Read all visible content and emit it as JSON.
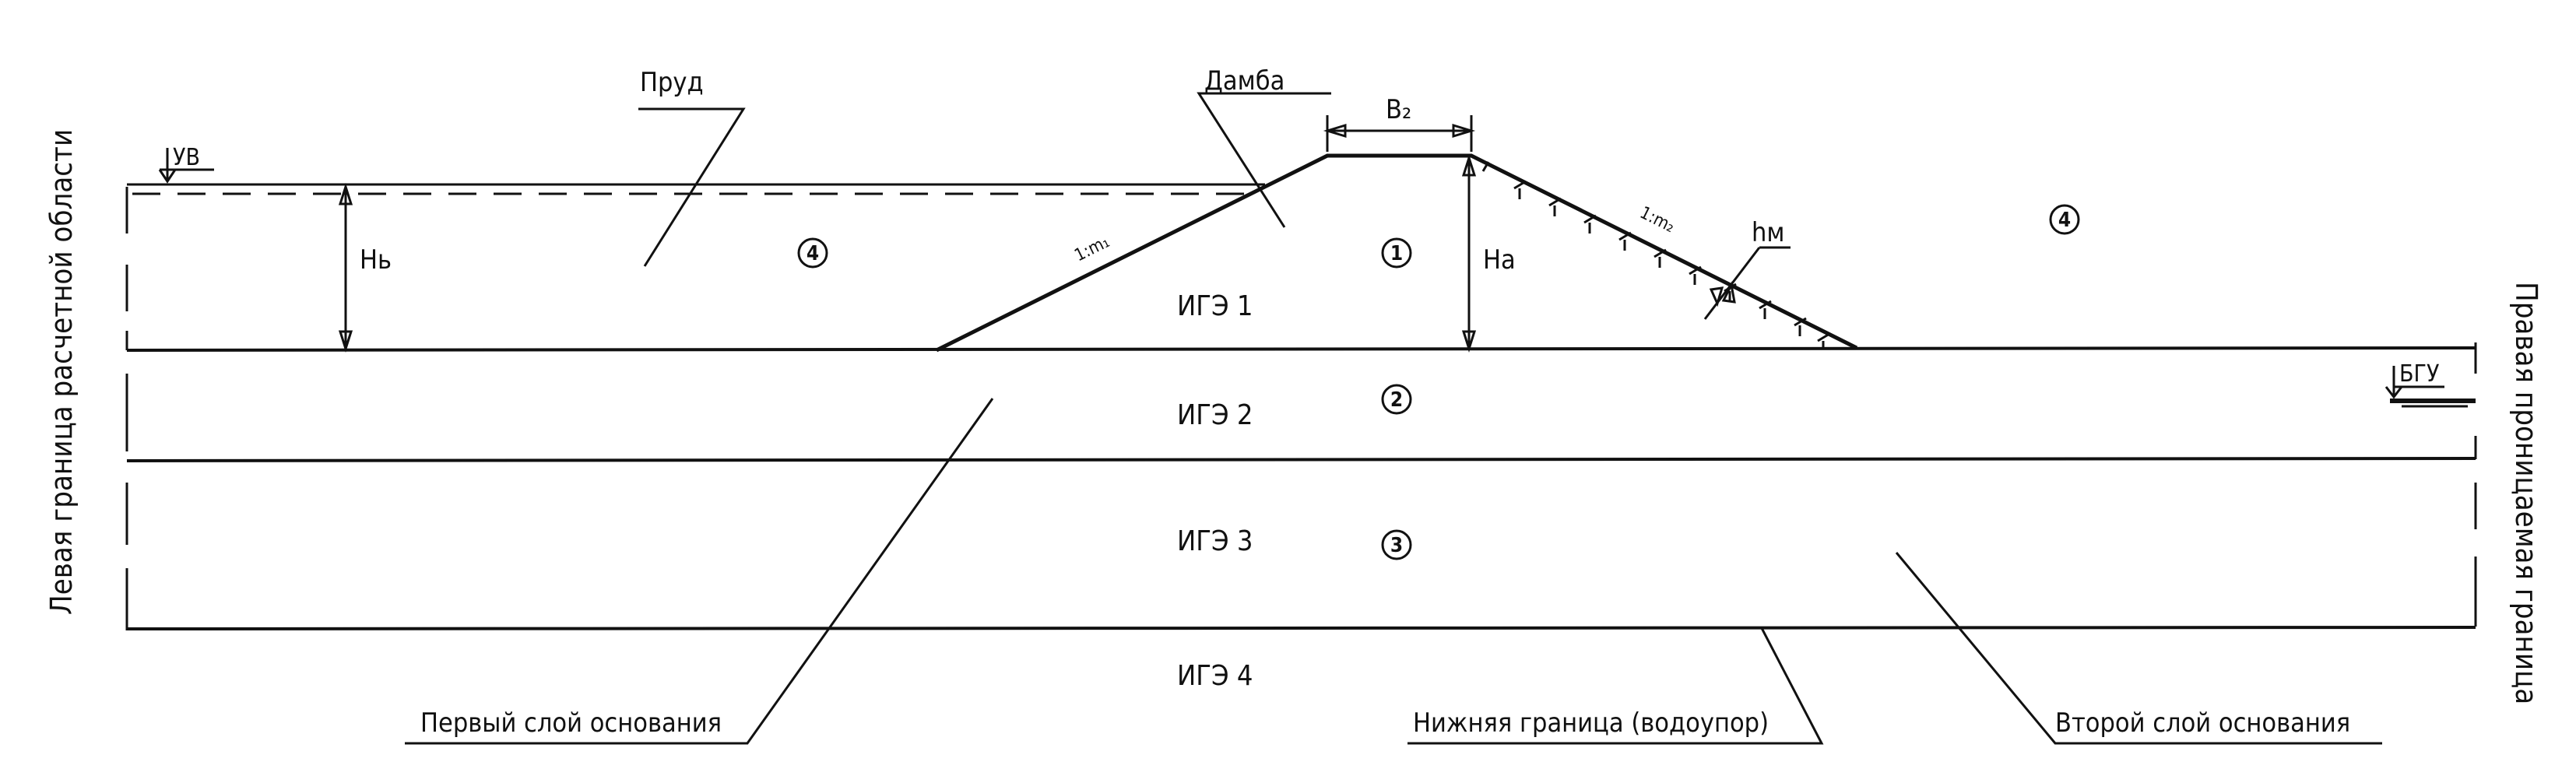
{
  "labels": {
    "pond": "Пруд",
    "dam": "Дамба",
    "crest_width": "B₂",
    "water_level": "УВ",
    "water_depth": "Hь",
    "dam_height": "Hа",
    "slope_upstream": "1:m₁",
    "slope_downstream": "1:m₂",
    "facing_thickness": "hм",
    "left_boundary": "Левая граница расчетной области",
    "right_boundary": "Правая проницаемая граница",
    "bgu": "БГУ",
    "first_layer": "Первый слой основания",
    "bottom_boundary": "Нижняя граница (водоупор)",
    "second_layer": "Второй слой основания"
  },
  "zones": {
    "ige1": "ИГЭ 1",
    "ige2": "ИГЭ 2",
    "ige3": "ИГЭ 3",
    "ige4": "ИГЭ 4"
  },
  "markers": {
    "m1": "1",
    "m2": "2",
    "m3": "3",
    "m4": "4"
  }
}
